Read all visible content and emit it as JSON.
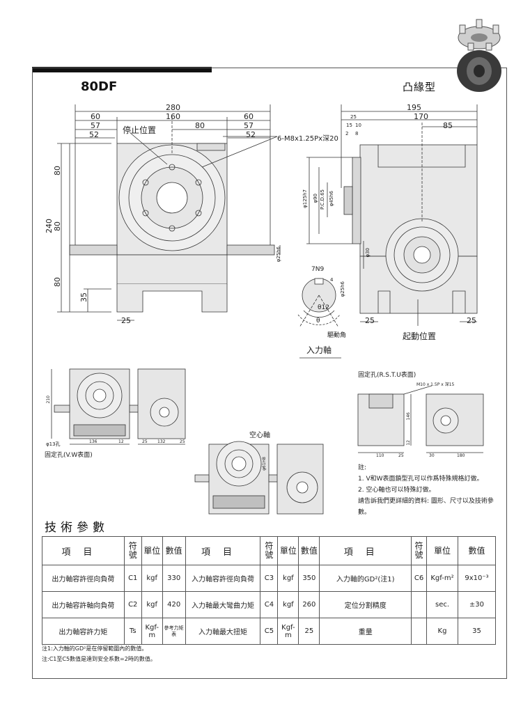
{
  "header": {
    "model": "80DF",
    "type": "凸緣型"
  },
  "front_view": {
    "dims_top": [
      "280",
      "60",
      "160",
      "60",
      "57",
      "80",
      "57",
      "52",
      "52"
    ],
    "labels": {
      "stop_position": "停止位置",
      "holes": "6-M8x1.25Px深20"
    },
    "dims_left": [
      "80",
      "240",
      "80",
      "80",
      "35"
    ],
    "dims_bottom": [
      "25"
    ],
    "shaft_dia": "φ25h6"
  },
  "side_view": {
    "dims_top": [
      "195",
      "25",
      "170",
      "15",
      "10",
      "2",
      "8",
      "85"
    ],
    "dims_left": [
      "φ125h7",
      "φ90",
      "P.C.D.65",
      "φ45h6"
    ],
    "dims_right": [
      "φ30"
    ],
    "dims_bottom": [
      "25",
      "25"
    ],
    "start_position": "起動位置"
  },
  "input_shaft": {
    "key": "7N9",
    "dim_4": "4",
    "dia": "φ25h6",
    "theta12": "θ12",
    "theta": "θ",
    "drive_angle": "驅動角",
    "title": "入力軸"
  },
  "small_views": {
    "left": {
      "dim_210": "210",
      "holes": "φ13孔",
      "dims": [
        "136",
        "12",
        "25",
        "132",
        "25"
      ],
      "caption": "固定孔(V.W表面)"
    },
    "hollow": {
      "title": "空心軸",
      "dia": "φ61H8"
    },
    "right": {
      "caption": "固定孔(R.S.T.U表面)",
      "screw": "M10 x 1.5P x 深15",
      "dims": [
        "146",
        "12",
        "110",
        "25",
        "30",
        "180"
      ]
    }
  },
  "notes": [
    "註:",
    "1. V和W表面鎖型孔可以作爲特殊規格訂做。",
    "2. 空心軸也可以特殊訂做。",
    "請告訴我們更詳細的資料: 圖形、尺寸以及技術參數。"
  ],
  "spec": {
    "title": "技術參數",
    "headers": [
      "項目",
      "符號",
      "單位",
      "數值"
    ],
    "rows": [
      [
        {
          "item": "出力軸容許徑向負荷",
          "sym": "C1",
          "unit": "kgf",
          "val": "330"
        },
        {
          "item": "入力軸容許徑向負荷",
          "sym": "C3",
          "unit": "kgf",
          "val": "350"
        },
        {
          "item": "入力軸的GD²(注1)",
          "sym": "C6",
          "unit": "Kgf-m²",
          "val": "9x10⁻³"
        }
      ],
      [
        {
          "item": "出力軸容許軸向負荷",
          "sym": "C2",
          "unit": "kgf",
          "val": "420"
        },
        {
          "item": "入力軸最大彎曲力矩",
          "sym": "C4",
          "unit": "kgf",
          "val": "260"
        },
        {
          "item": "定位分割精度",
          "sym": "",
          "unit": "sec.",
          "val": "±30"
        }
      ],
      [
        {
          "item": "出力軸容許力矩",
          "sym": "Ts",
          "unit": "Kgf-m",
          "val": "參考力矩表"
        },
        {
          "item": "入力軸最大扭矩",
          "sym": "C5",
          "unit": "Kgf-m",
          "val": "25"
        },
        {
          "item": "重量",
          "sym": "",
          "unit": "Kg",
          "val": "35"
        }
      ]
    ]
  },
  "footnotes": [
    "注1:入力軸的GD²是在停留範圍內的數值。",
    "注:C1至C5數值是達到安全系數=2時的數值。"
  ],
  "colors": {
    "line": "#333333",
    "body": "#e6e6e6",
    "dark": "#9a9a9a"
  }
}
